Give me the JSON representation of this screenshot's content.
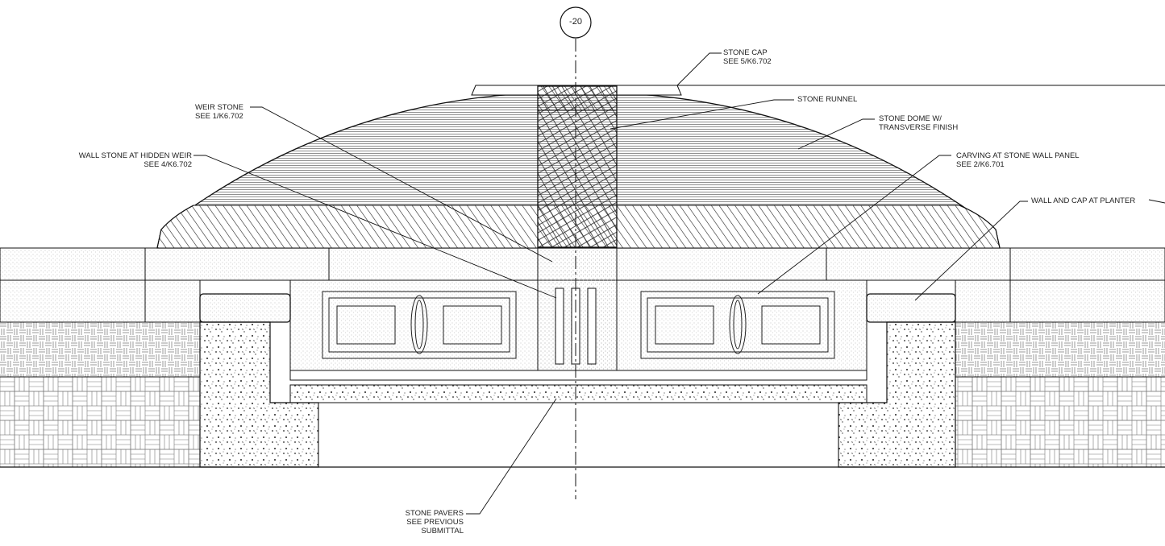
{
  "section_marker": "-20",
  "labels": {
    "stone_cap": [
      "STONE CAP",
      "SEE 5/K6.702"
    ],
    "weir_stone": [
      "WEIR STONE",
      "SEE 1/K6.702"
    ],
    "stone_runnel": [
      "STONE RUNNEL"
    ],
    "stone_dome": [
      "STONE DOME W/",
      "TRANSVERSE FINISH"
    ],
    "wall_stone": [
      "WALL STONE AT HIDDEN WEIR",
      "SEE 4/K6.702"
    ],
    "carving": [
      "CARVING AT STONE WALL PANEL",
      "SEE 2/K6.701"
    ],
    "wall_cap": [
      "WALL AND CAP AT PLANTER"
    ],
    "stone_pavers": [
      "STONE PAVERS",
      "SEE PREVIOUS",
      "SUBMITTAL"
    ]
  }
}
